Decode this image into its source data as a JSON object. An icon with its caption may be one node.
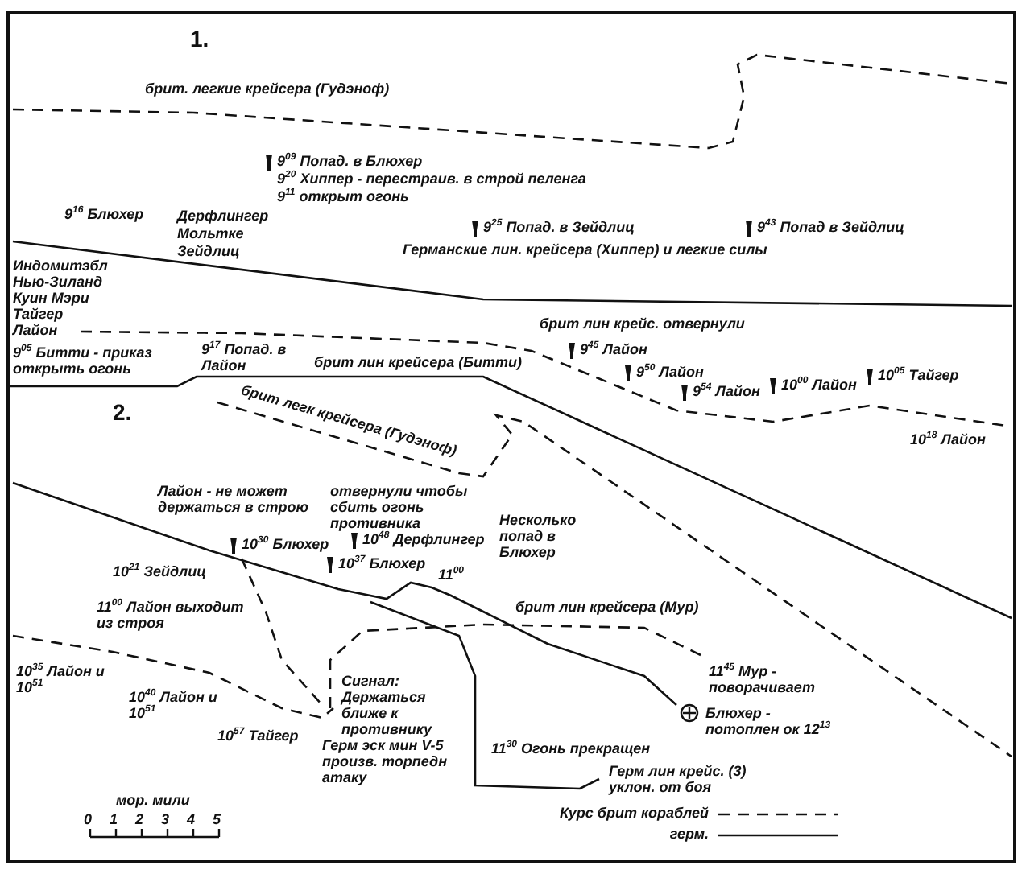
{
  "diagram": {
    "labels": [
      "1.",
      "брит. легкие крейсера (Гудэноф)",
      "9$^{16}$ Блюхер",
      "9$^{09}$ Попад. в Блюхер",
      "9$^{20}$ Хиппер - перестраив. в строй пеленга",
      "9$^{11}$ открыт огонь",
      "Дерфлингер",
      "Мольтке",
      "Зейдлиц",
      "Индомитэбл",
      "Нью-Зиланд",
      "Куин Мэри",
      "Тайгер",
      "Лайон",
      "Германские лин. крейсера (Хиппер) и легкие силы",
      "9$^{25}$ Попад. в Зейдлиц",
      "9$^{43}$ Попад в Зейдлиц",
      "9$^{05}$ Битти - приказ открыть огонь",
      "9$^{17}$ Попад. в Лайон",
      "брит лин крейсера (Битти)",
      "брит лин крейс. отвернули",
      "9$^{45}$ Лайон",
      "9$^{50}$ Лайон",
      "9$^{54}$ Лайон",
      "10$^{00}$ Лайон",
      "10$^{05}$ Тайгер",
      "10$^{18}$ Лайон",
      "2.",
      "брит легк крейсера (Гудэноф)",
      "Лайон - не может держаться в строю",
      "отвернули чтобы сбить огонь противника",
      "10$^{30}$ Блюхер",
      "10$^{37}$ Блюхер",
      "10$^{21}$ Зейдлиц",
      "10$^{48}$ Дерфлингер",
      "11$^{00}$",
      "Несколько попад в Блюхер",
      "брит лин крейсера (Мур)",
      "11$^{45}$ Мур - поворачивает",
      "11$^{00}$ Лайон выходит из строя",
      "10$^{35}$ Лайон и 10$^{51}$",
      "10$^{40}$ Лайон и 10$^{51}$",
      "10$^{57}$ Тайгер",
      "Сигнал: Держаться ближе к противнику",
      "Герм эск мин V-5 произв. торпедн атаку",
      "11$^{30}$ Огонь прекращен",
      "Блюхер - потоплен ок 12$^{13}$",
      "Герм лин крейс. (3) уклон. от боя",
      "мор. мили",
      "0",
      "1",
      "2",
      "3",
      "4",
      "5"
    ],
    "legend": [
      {
        "text": "Курс брит кораблей"
      },
      {
        "text": "герм."
      }
    ]
  }
}
